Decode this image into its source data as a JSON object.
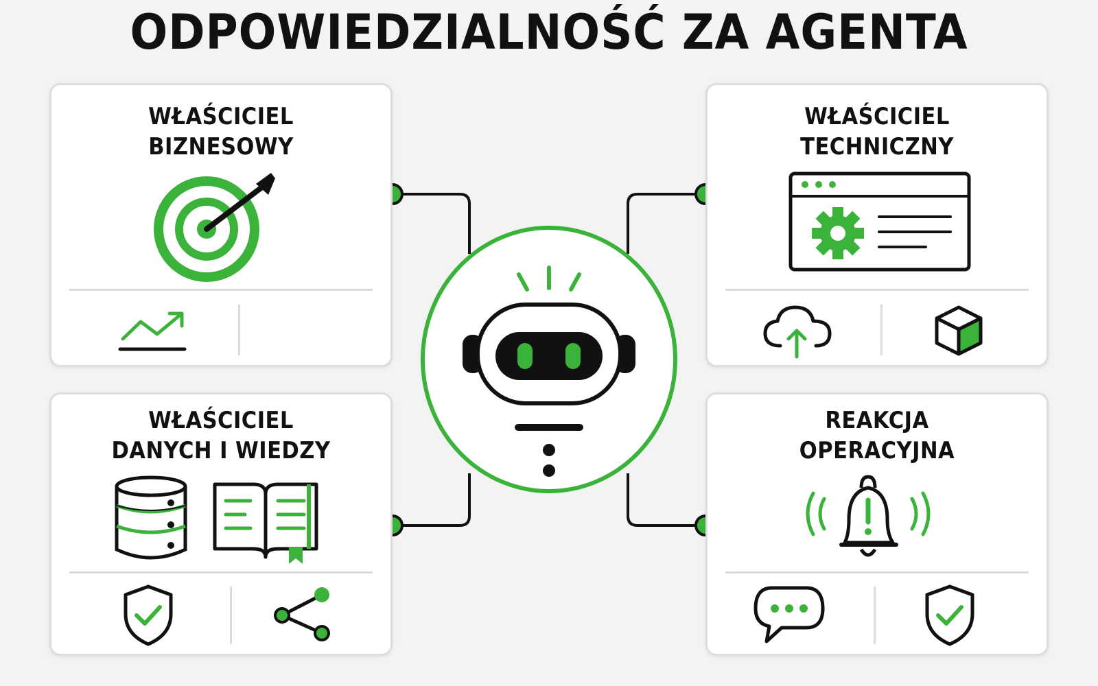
{
  "title": "ODPOWIEDZIALNOŚĆ ZA AGENTA",
  "colors": {
    "accent": "#3bb33b",
    "ink": "#111111",
    "card_border": "#dedede",
    "background": "#f3f3f3"
  },
  "cards": {
    "business": {
      "title_line1": "WŁAŚCICIEL",
      "title_line2": "BIZNESOWY",
      "icons": [
        "target-icon",
        "trend-up-icon"
      ]
    },
    "technical": {
      "title_line1": "WŁAŚCICIEL",
      "title_line2": "TECHNICZNY",
      "icons": [
        "app-window-gear-icon",
        "cloud-upload-icon",
        "cube-icon"
      ]
    },
    "data": {
      "title_line1": "WŁAŚCICIEL",
      "title_line2": "DANYCH I WIEDZY",
      "icons": [
        "database-icon",
        "book-icon",
        "shield-check-icon",
        "share-icon"
      ]
    },
    "operations": {
      "title_line1": "REAKCJA",
      "title_line2": "OPERACYJNA",
      "icons": [
        "bell-alert-icon",
        "chat-bubble-icon",
        "shield-check-icon"
      ]
    }
  },
  "center": {
    "icon": "robot-agent-icon"
  }
}
